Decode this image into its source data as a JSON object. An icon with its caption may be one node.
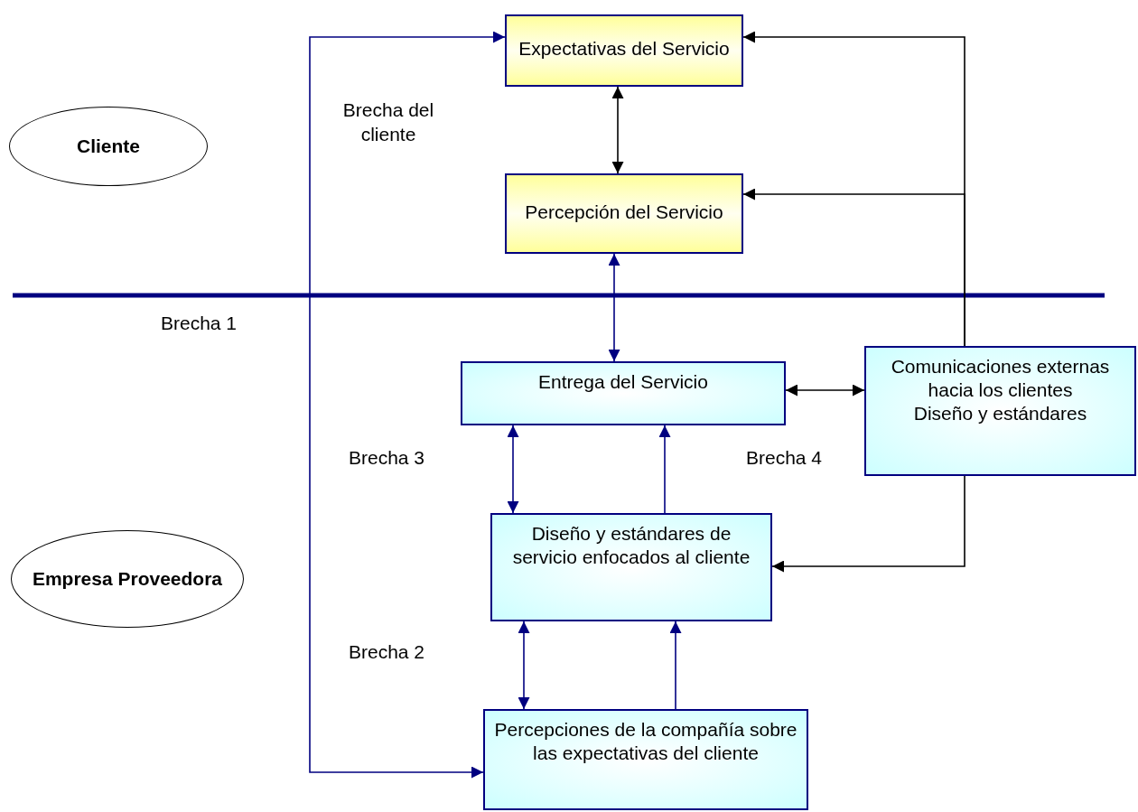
{
  "diagram": {
    "nodes": [
      {
        "text": [
          "Expectativas del Servicio"
        ]
      },
      {
        "text": [
          "Cliente"
        ]
      },
      {
        "text": [
          "Percepción del Servicio"
        ]
      },
      {
        "text": [
          "Entrega del Servicio"
        ]
      },
      {
        "text": [
          "Comunicaciones externas hacia los clientes",
          "Diseño y estándares"
        ]
      },
      {
        "text": [
          "Empresa Proveedora"
        ]
      },
      {
        "text": [
          "Diseño y estándares de servicio enfocados al cliente"
        ]
      },
      {
        "text": [
          "Percepciones de la compañía sobre las expectativas del cliente"
        ]
      }
    ],
    "edges": [
      {
        "from": 0,
        "to": 2,
        "arrow": "both",
        "color": "#000000"
      },
      {
        "from": 2,
        "to": 3,
        "arrow": "both"
      },
      {
        "from": 3,
        "to": 4,
        "arrow": "both",
        "color": "#000000"
      },
      {
        "from": 4,
        "to": 0,
        "arrow": "to",
        "color": "#000000"
      },
      {
        "from": 4,
        "to": 2,
        "arrow": "to",
        "color": "#000000"
      },
      {
        "from": 4,
        "to": 6,
        "arrow": "to",
        "color": "#000000"
      },
      {
        "from": 3,
        "to": 6,
        "arrow": "both"
      },
      {
        "from": 6,
        "to": 3,
        "arrow": "to"
      },
      {
        "from": 6,
        "to": 7,
        "arrow": "both"
      },
      {
        "from": 7,
        "to": 6,
        "arrow": "to"
      },
      {
        "from": 7,
        "to": 0,
        "arrow": "both"
      }
    ],
    "labels": [
      "Brecha del cliente",
      "Brecha 1",
      "Brecha 3",
      "Brecha 4",
      "Brecha 2"
    ]
  }
}
